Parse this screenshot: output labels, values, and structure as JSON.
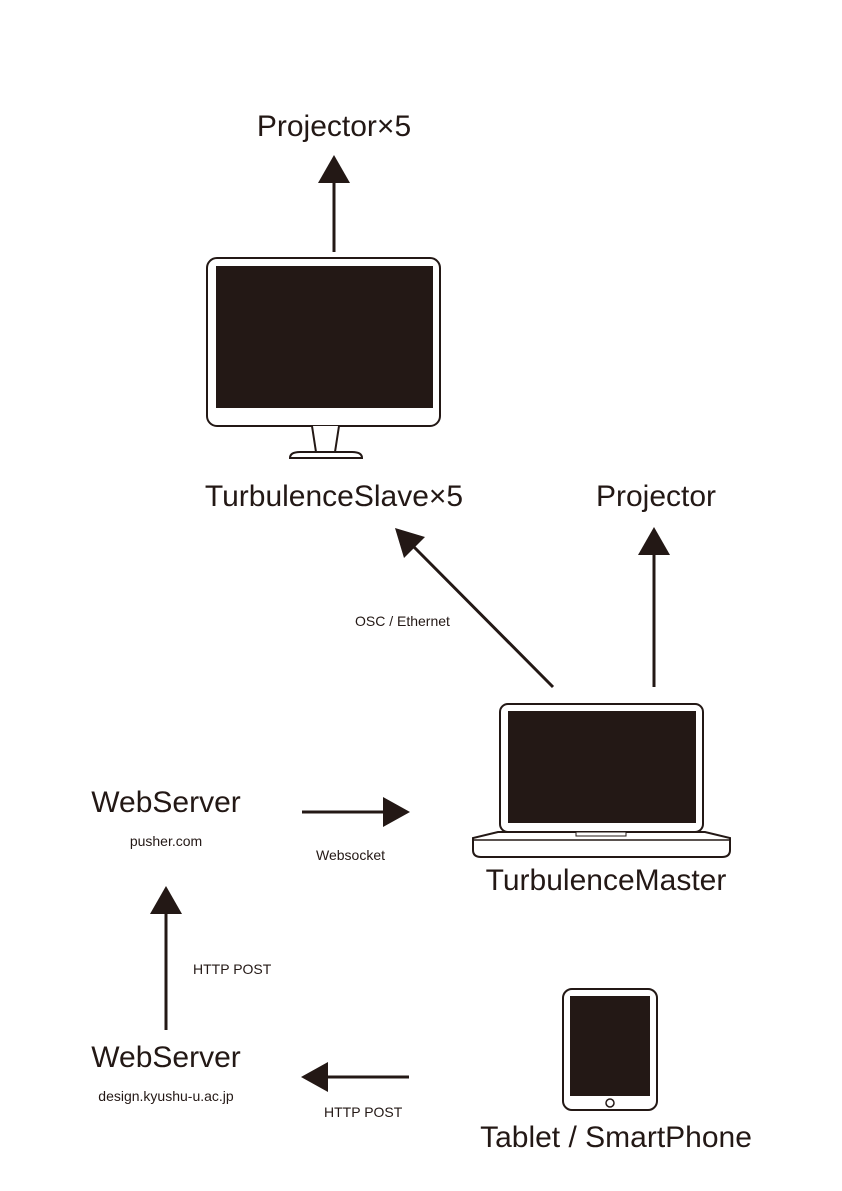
{
  "nodes": {
    "projector_top": "Projector×5",
    "slave": "TurbulenceSlave×5",
    "projector_right": "Projector",
    "master": "TurbulenceMaster",
    "webserver_pusher": "WebServer",
    "webserver_pusher_host": "pusher.com",
    "webserver_design": "WebServer",
    "webserver_design_host": "design.kyushu-u.ac.jp",
    "tablet": "Tablet / SmartPhone"
  },
  "edges": {
    "osc": "OSC / Ethernet",
    "websocket": "Websocket",
    "http_post_up": "HTTP POST",
    "http_post_left": "HTTP POST"
  },
  "colors": {
    "ink": "#231815",
    "background": "#ffffff"
  }
}
